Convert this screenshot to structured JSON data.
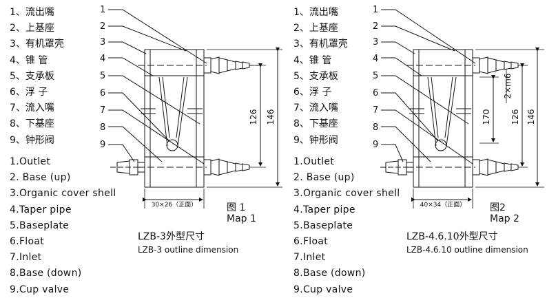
{
  "left": {
    "legend_cn": [
      "1、流出嘴",
      "2、上基座",
      "3、有机罩壳",
      "4、锥  管",
      "5、支承板",
      "6、浮  子",
      "7、流入嘴",
      "8、下基座",
      "9、钟形阀"
    ],
    "legend_en": [
      "1.Outlet",
      "2. Base (up)",
      "3.Organic cover shell",
      "4.Taper pipe",
      "5.Baseplate",
      "6.Float",
      "7.Inlet",
      "8.Base (down)",
      "9.Cup valve"
    ],
    "callouts": [
      "1",
      "2",
      "3",
      "4",
      "5",
      "6",
      "7",
      "8",
      "9"
    ],
    "dim_126": "126",
    "dim_146": "146",
    "width_label": "30×26（正面）",
    "figure_cn": "图 1",
    "figure_en": "Map 1",
    "title_cn": "LZB-3外型尺寸",
    "title_en": "LZB-3 outline dimension"
  },
  "right": {
    "legend_cn": [
      "1、流出嘴",
      "2、上基座",
      "3、有机罩壳",
      "4、锥  管",
      "5、支承板",
      "6、浮  子",
      "7、流入嘴",
      "8、下基座",
      "9、钟形阀"
    ],
    "legend_en": [
      "1.Outlet",
      "2. Base (up)",
      "3.Organic cover shell",
      "4.Taper pipe",
      "5.Baseplate",
      "6.Float",
      "7.Inlet",
      "8.Base (down)",
      "9.Cup valve"
    ],
    "callouts": [
      "1",
      "2",
      "3",
      "4",
      "5",
      "6",
      "7",
      "8",
      "9"
    ],
    "dim_2m6": "2×m6",
    "dim_170": "170",
    "dim_126": "126",
    "dim_146": "146",
    "width_label": "40×34（正面）",
    "figure_cn": "图2",
    "figure_en": "Map 2",
    "title_cn": "LZB-4.6.10外型尺寸",
    "title_en": "LZB-4.6.10 outline dimension"
  }
}
